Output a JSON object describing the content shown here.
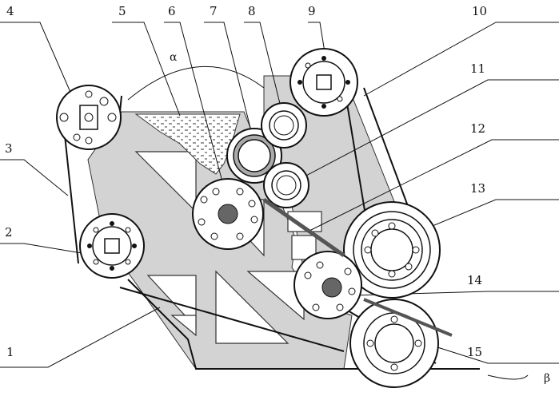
{
  "part_labels": [
    "1",
    "2",
    "3",
    "4",
    "5",
    "6",
    "7",
    "8",
    "9",
    "10",
    "11",
    "12",
    "13",
    "14",
    "15"
  ],
  "angle_labels": {
    "alpha": "α",
    "beta": "β"
  }
}
